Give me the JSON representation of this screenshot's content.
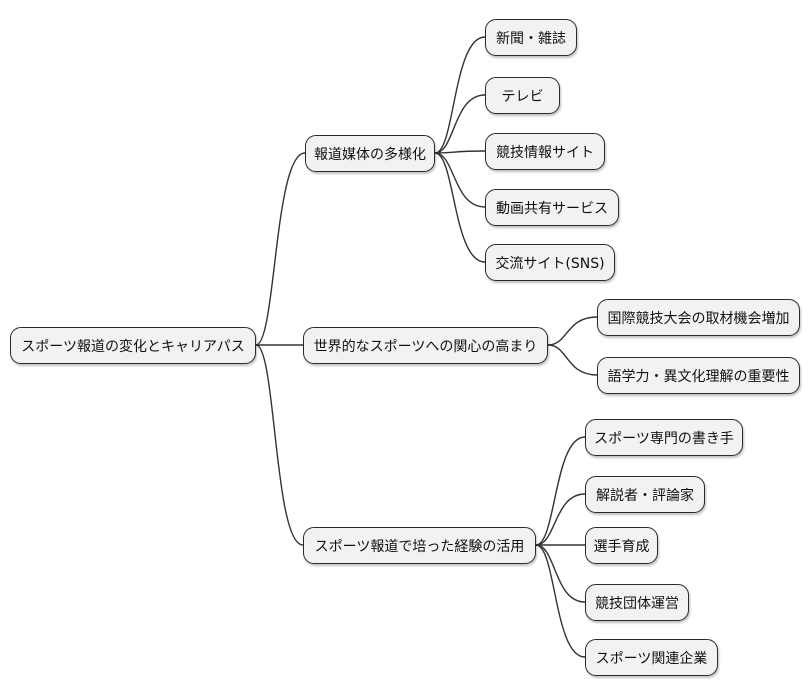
{
  "diagram": {
    "type": "mindmap",
    "root": {
      "label": "スポーツ報道の変化とキャリアパス"
    },
    "branches": [
      {
        "label": "報道媒体の多様化",
        "children": [
          {
            "label": "新聞・雑誌"
          },
          {
            "label": "テレビ"
          },
          {
            "label": "競技情報サイト"
          },
          {
            "label": "動画共有サービス"
          },
          {
            "label": "交流サイト(SNS)"
          }
        ]
      },
      {
        "label": "世界的なスポーツへの関心の高まり",
        "children": [
          {
            "label": "国際競技大会の取材機会増加"
          },
          {
            "label": "語学力・異文化理解の重要性"
          }
        ]
      },
      {
        "label": "スポーツ報道で培った経験の活用",
        "children": [
          {
            "label": "スポーツ専門の書き手"
          },
          {
            "label": "解説者・評論家"
          },
          {
            "label": "選手育成"
          },
          {
            "label": "競技団体運営"
          },
          {
            "label": "スポーツ関連企業"
          }
        ]
      }
    ]
  },
  "colors": {
    "background": "#ffffff",
    "node_fill": "#f2f2f2",
    "node_border": "#2b2b2b",
    "edge_line": "#333333",
    "text": "#111111"
  }
}
